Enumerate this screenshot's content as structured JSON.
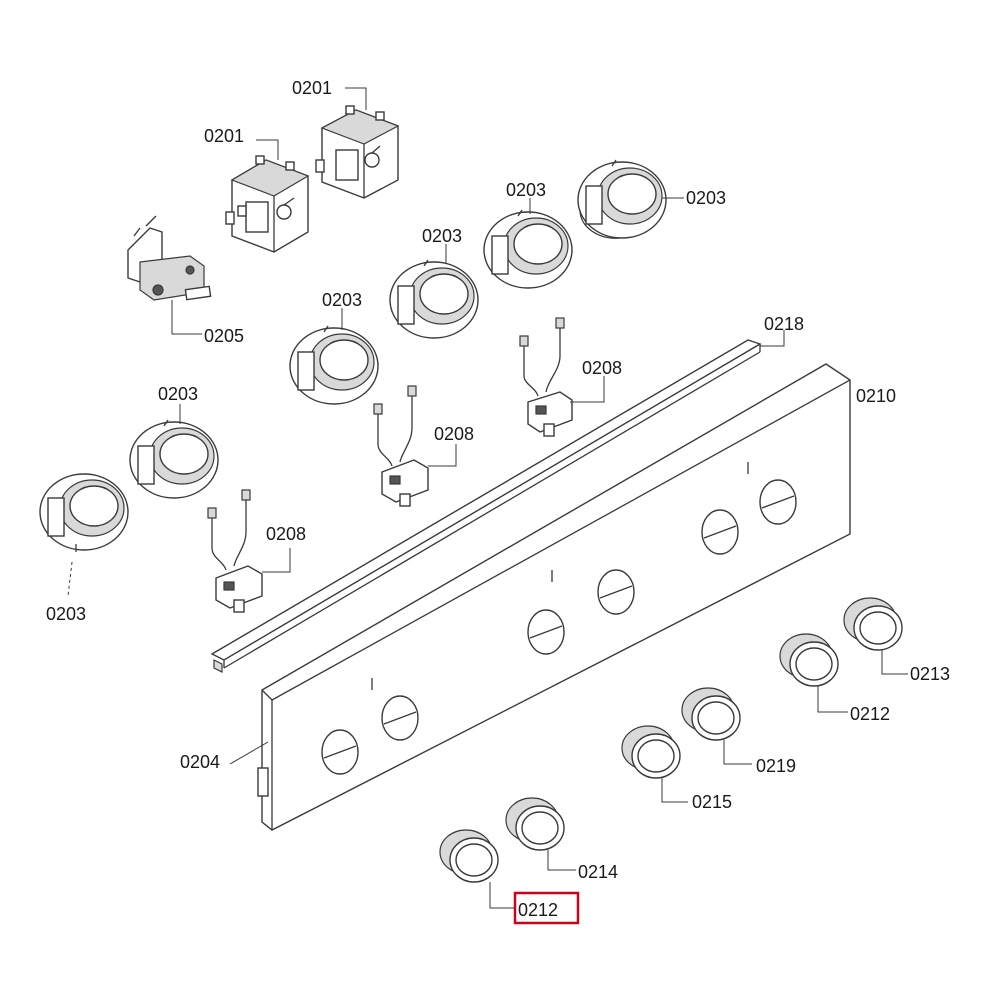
{
  "labels": {
    "switch_upper": "0201",
    "switch_lower": "0201",
    "valve": "0205",
    "bracket_a": "0203",
    "bracket_b": "0203",
    "bracket_c": "0203",
    "bracket_d": "0203",
    "bracket_e": "0203",
    "bracket_f": "0203",
    "igniter_a": "0208",
    "igniter_b": "0208",
    "igniter_c": "0208",
    "strip": "0218",
    "panel": "0210",
    "panel_left": "0204",
    "knob_front_small": "0212",
    "knob_front": "0214",
    "knob_mid": "0215",
    "knob_mid_right": "0219",
    "knob_right": "0212",
    "knob_far_right": "0213"
  },
  "highlight": {
    "label": "knob_front_small",
    "color": "#d0021b"
  }
}
